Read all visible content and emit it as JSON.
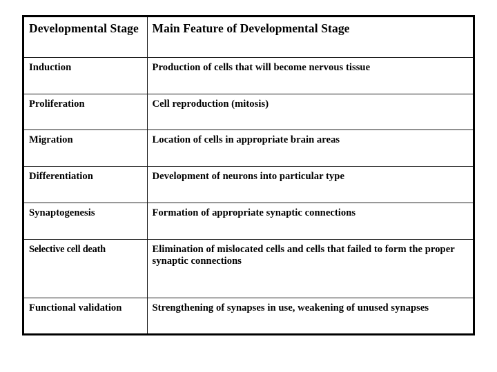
{
  "table": {
    "columns": [
      {
        "key": "stage",
        "header": "Developmental Stage"
      },
      {
        "key": "feature",
        "header": "Main Feature of Developmental Stage"
      }
    ],
    "rows": [
      {
        "stage": "Induction",
        "feature": "Production of cells that will become nervous tissue"
      },
      {
        "stage": "Proliferation",
        "feature": "Cell reproduction (mitosis)"
      },
      {
        "stage": "Migration",
        "feature": "Location of cells in appropriate brain areas"
      },
      {
        "stage": "Differentiation",
        "feature": "Development of neurons into particular type"
      },
      {
        "stage": "Synaptogenesis",
        "feature": "Formation of appropriate synaptic connections"
      },
      {
        "stage": "Selective cell death",
        "feature": "Elimination of mislocated cells and cells that failed to form the proper synaptic connections"
      },
      {
        "stage": "Functional validation",
        "feature": "Strengthening of synapses in use, weakening of unused synapses"
      }
    ]
  },
  "style": {
    "page_background": "#ffffff",
    "text_color": "#000000",
    "outer_border_color": "#000000",
    "inner_rule_color": "#1a1a1a"
  }
}
